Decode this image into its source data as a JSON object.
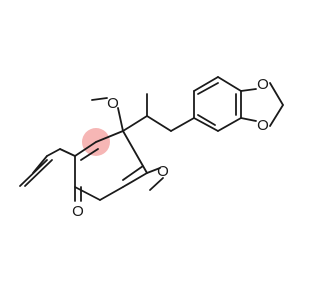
{
  "molecule": {
    "atom_labels": {
      "methoxy_top": "O",
      "methoxy_right": "O",
      "carbonyl_oxygen": "O",
      "dioxole_oxygen_top": "O",
      "dioxole_oxygen_bottom": "O"
    },
    "colors": {
      "bond": "#1a1a1a",
      "stereocenter_highlight": "#f4a9a8"
    }
  }
}
